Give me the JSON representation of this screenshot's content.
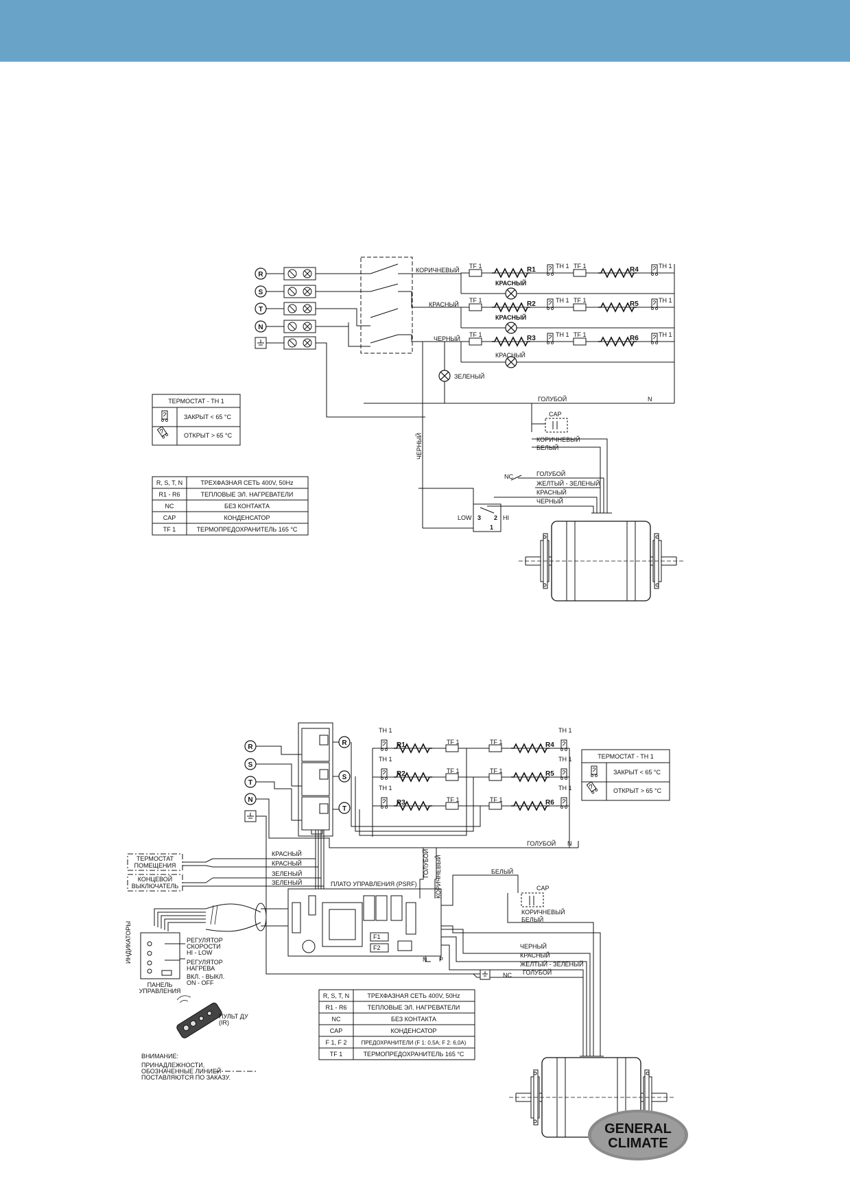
{
  "diagram1": {
    "terminals": [
      "R",
      "S",
      "T",
      "N"
    ],
    "wire_colors": [
      "КОРИЧНЕВЫЙ",
      "КРАСНЫЙ",
      "ЧЕРНЫЙ"
    ],
    "lamp_label": "КРАСНЫЙ",
    "green_lamp": "ЗЕЛЕНЫЙ",
    "blue_wire": "ГОЛУБОЙ",
    "n_label": "N",
    "cap": "CAP",
    "brown": "КОРИЧНЕВЫЙ",
    "white": "БЕЛЫЙ",
    "black_vertical": "ЧЕРНЫЙ",
    "nc": "NC",
    "motor_wires": [
      "ГОЛУБОЙ",
      "ЖЕЛТЫЙ - ЗЕЛЕНЫЙ",
      "КРАСНЫЙ",
      "ЧЕРНЫЙ"
    ],
    "low": "LOW",
    "hi": "HI",
    "switch_nums": [
      "3",
      "2",
      "1"
    ],
    "tf": "TF 1",
    "th": "TH 1",
    "heaters": [
      "R1",
      "R2",
      "R3",
      "R4",
      "R5",
      "R6"
    ],
    "thermostat": {
      "title": "ТЕРМОСТАТ - TH 1",
      "closed": "ЗАКРЫТ < 65 °C",
      "open": "ОТКРЫТ > 65 °C"
    },
    "legend": [
      [
        "R, S, T, N",
        "ТРЕХФАЗНАЯ СЕТЬ 400V, 50Hz"
      ],
      [
        "R1 - R6",
        "ТЕПЛОВЫЕ ЭЛ. НАГРЕВАТЕЛИ"
      ],
      [
        "NC",
        "БЕЗ КОНТАКТА"
      ],
      [
        "CAP",
        "КОНДЕНСАТОР"
      ],
      [
        "TF 1",
        "ТЕРМОПРЕДОХРАНИТЕЛЬ 165 °C"
      ]
    ]
  },
  "diagram2": {
    "terminals": [
      "R",
      "S",
      "T",
      "N"
    ],
    "tf": "TF 1",
    "th": "TH 1",
    "heaters": [
      "R1",
      "R2",
      "R3",
      "R4",
      "R5",
      "R6"
    ],
    "thermostat": {
      "title": "ТЕРМОСТАТ - TH 1",
      "closed": "ЗАКРЫТ < 65 °C",
      "open": "ОТКРЫТ > 65 °C"
    },
    "blue": "ГОЛУБОЙ",
    "n": "N",
    "room_thermostat": [
      "ТЕРМОСТАТ",
      "ПОМЕЩЕНИЯ"
    ],
    "limit_switch": [
      "КОНЦЕВОЙ",
      "ВЫКЛЮЧАТЕЛЬ"
    ],
    "ctrl_wires": [
      "КРАСНЫЙ",
      "КРАСНЫЙ",
      "ЗЕЛЕНЫЙ",
      "ЗЕЛЕНЫЙ"
    ],
    "board": "ПЛАТО УПРАВЛЕНИЯ (PSRF)",
    "vertical_blue": "ГОЛУБОЙ",
    "vertical_brown": "КОРИЧНЕВЫЙ",
    "white": "БЕЛЫЙ",
    "cap": "CAP",
    "brown": "КОРИЧНЕВЫЙ",
    "white2": "БЕЛЫЙ",
    "motor_wires": [
      "ЧЕРНЫЙ",
      "КРАСНЫЙ",
      "ЖЕЛТЫЙ - ЗЕЛЕНЫЙ"
    ],
    "nc": "NC",
    "blue2": "ГОЛУБОЙ",
    "fuses": [
      "F1",
      "F2"
    ],
    "np": [
      "N",
      "P"
    ],
    "indicators": "ИНДИКАТОРЫ",
    "speed_reg": [
      "РЕГУЛЯТОР",
      "СКОРОСТИ",
      "HI - LOW"
    ],
    "heat_reg": [
      "РЕГУЛЯТОР",
      "НАГРЕВА"
    ],
    "onoff": [
      "ВКЛ. - ВЫКЛ.",
      "ON - OFF"
    ],
    "panel": [
      "ПАНЕЛЬ",
      "УПРАВЛЕНИЯ"
    ],
    "remote": [
      "ПУЛЬТ ДУ",
      "(IR)"
    ],
    "warning_title": "ВНИМАНИЕ:",
    "warning": [
      "ПРИНАДЛЕЖНОСТИ,",
      "ОБОЗНАЧЕННЫЕ ЛИНИЕЙ",
      "ПОСТАВЛЯЮТСЯ ПО ЗАКАЗУ."
    ],
    "legend": [
      [
        "R, S, T, N",
        "ТРЕХФАЗНАЯ СЕТЬ 400V, 50Hz"
      ],
      [
        "R1 - R6",
        "ТЕПЛОВЫЕ ЭЛ. НАГРЕВАТЕЛИ"
      ],
      [
        "NC",
        "БЕЗ КОНТАКТА"
      ],
      [
        "CAP",
        "КОНДЕНСАТОР"
      ],
      [
        "F 1, F 2",
        "ПРЕДОХРАНИТЕЛИ (F 1: 0,5A; F 2: 6,0A)"
      ],
      [
        "TF 1",
        "ТЕРМОПРЕДОХРАНИТЕЛЬ 165 °C"
      ]
    ]
  },
  "logo": [
    "GENERAL",
    "CLIMATE"
  ]
}
